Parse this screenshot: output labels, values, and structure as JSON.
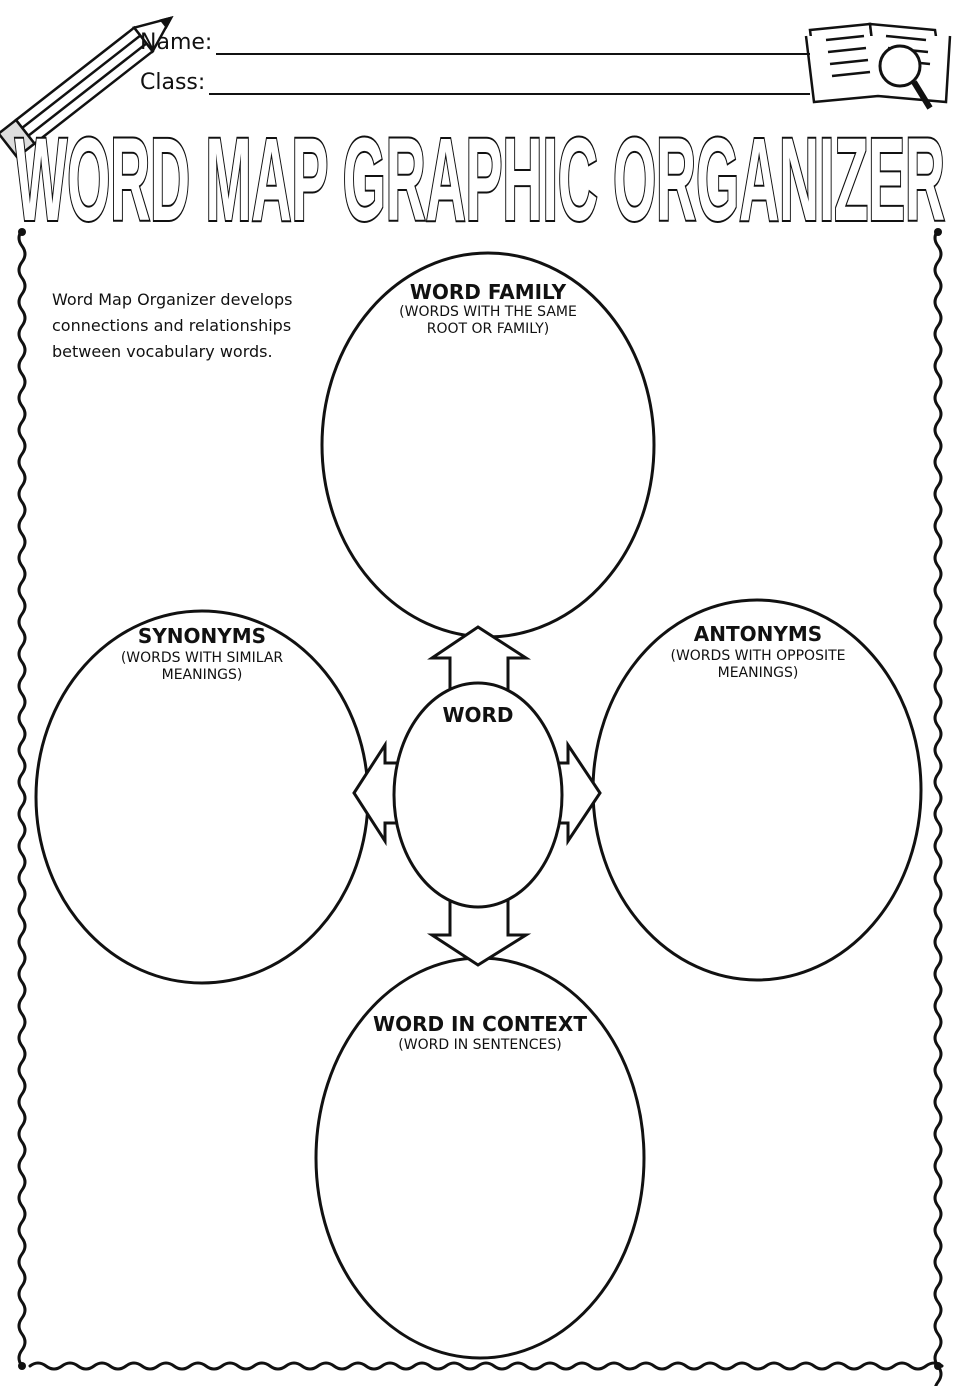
{
  "header": {
    "name_label": "Name:",
    "class_label": "Class:",
    "title": "WORD MAP GRAPHIC ORGANIZER"
  },
  "intro": {
    "text": "Word Map Organizer develops connections and relationships between vocabulary words."
  },
  "bubbles": {
    "word_family": {
      "title": "WORD FAMILY",
      "subtitle": "(WORDS WITH THE SAME ROOT OR FAMILY)"
    },
    "synonyms": {
      "title": "SYNONYMS",
      "subtitle": "(WORDS WITH SIMILAR MEANINGS)"
    },
    "antonyms": {
      "title": "ANTONYMS",
      "subtitle": "(WORDS WITH OPPOSITE MEANINGS)"
    },
    "center": {
      "title": "WORD"
    },
    "context": {
      "title": "WORD IN CONTEXT",
      "subtitle": "(WORD IN SENTENCES)"
    }
  },
  "icons": [
    "pencil-icon",
    "open-book-icon",
    "magnifying-glass-icon"
  ],
  "colors": {
    "ink": "#111111",
    "paper": "#ffffff"
  }
}
